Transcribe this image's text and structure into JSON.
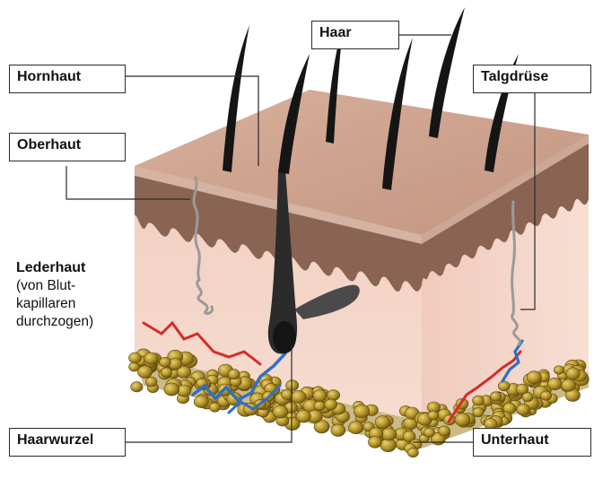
{
  "labels": {
    "haar": "Haar",
    "hornhaut": "Hornhaut",
    "talgdruese": "Talgdrüse",
    "oberhaut": "Oberhaut",
    "lederhaut": "Lederhaut",
    "lederhaut_note": [
      "(von Blut-",
      "kapillaren",
      "durchzogen)"
    ],
    "haarwurzel": "Haarwurzel",
    "unterhaut": "Unterhaut"
  },
  "colors": {
    "skin_top": "#c9a08d",
    "epidermis_dark": "#8a6452",
    "dermis": "#f3d3c6",
    "fat": "#b7952a",
    "hair": "#151515",
    "artery": "#d62a2a",
    "vein": "#2f6fc4"
  }
}
